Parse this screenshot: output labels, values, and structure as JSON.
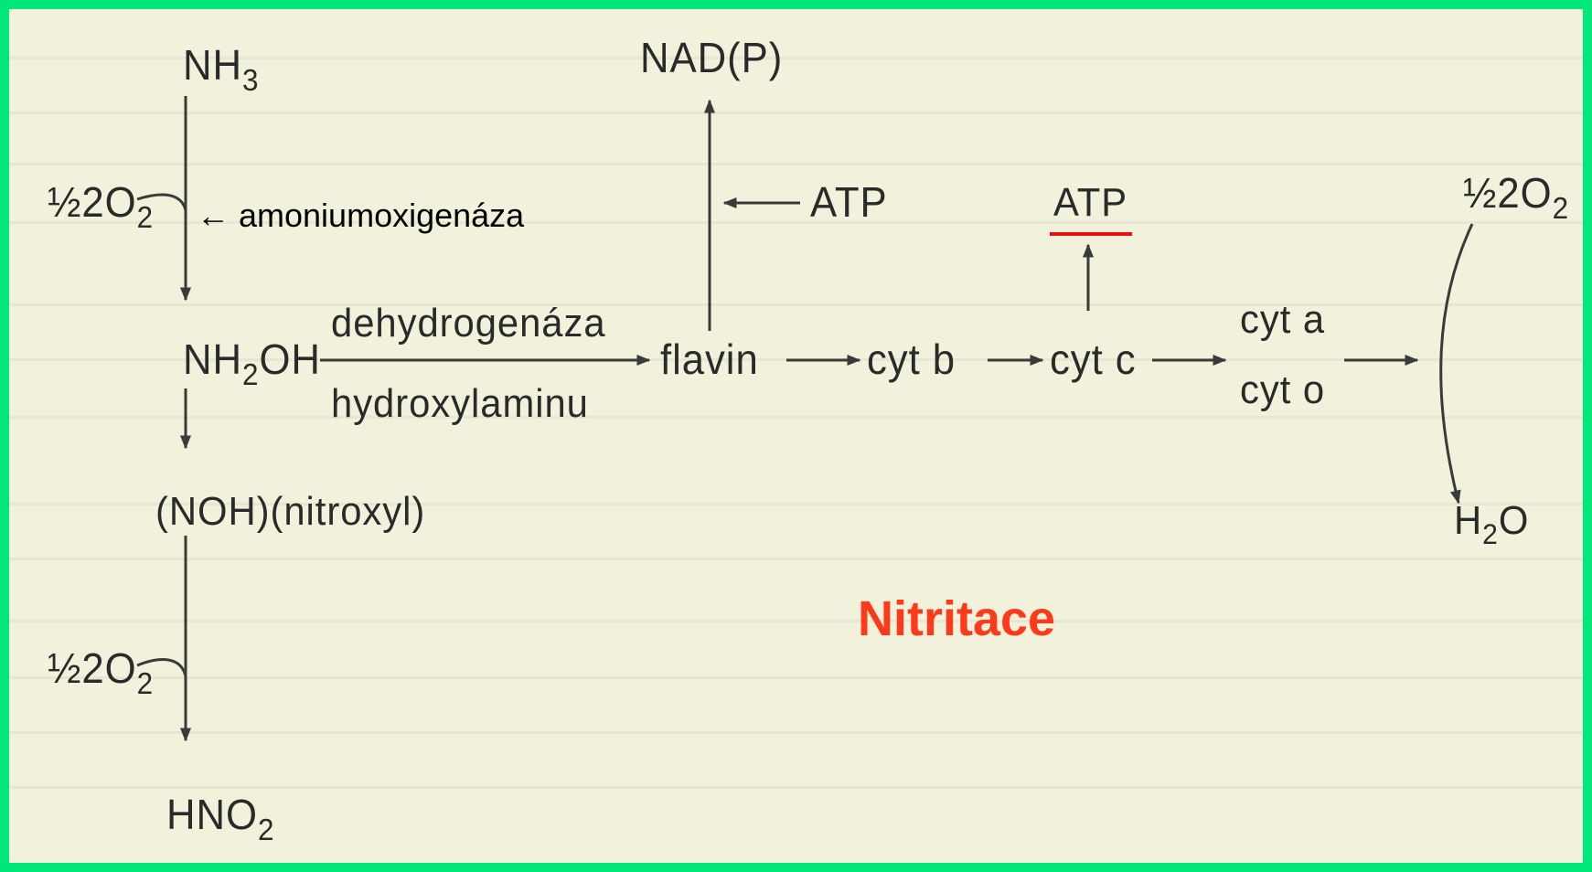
{
  "background": {
    "frame_color": "#00e87a",
    "paper_color": "#f2f2dc",
    "ink_color": "#2a2a2a",
    "accent_red": "#ff3a1a",
    "underline_red": "#e81010"
  },
  "title": "Nitritace",
  "nodes": {
    "nh3": {
      "main": "NH",
      "sub": "3",
      "tail": ""
    },
    "half_o2_top_left": {
      "frac": "½",
      "main": "O",
      "sub": "2",
      "lead": ""
    },
    "enzyme_amonium": "← amoniumoxigenáza",
    "nh2oh": {
      "main": "NH",
      "sub": "2",
      "tail": "OH"
    },
    "dehydrogenase_line1": "dehydrogenáza",
    "dehydrogenase_line2": "hydroxylaminu",
    "noh": "(NOH)(nitroxyl)",
    "half_o2_bottom_left": {
      "frac": "½",
      "main": "O",
      "sub": "2"
    },
    "hno2": {
      "main": "HNO",
      "sub": "2"
    },
    "nadp": "NAD(P)",
    "atp_left": "ATP",
    "flavin": "flavin",
    "cyt_b": "cyt b",
    "atp_right": "ATP",
    "cyt_c": "cyt c",
    "cyt_a": "cyt a",
    "cyt_o": "cyt o",
    "half_o2_right": {
      "frac": "½",
      "main": "O",
      "sub": "2"
    },
    "h2o": {
      "main": "H",
      "sub": "2",
      "tail": "O"
    }
  },
  "icons": [
    "arrow-right-icon",
    "arrow-up-icon",
    "arrow-down-icon",
    "arrow-left-icon",
    "curved-arrow-icon"
  ]
}
